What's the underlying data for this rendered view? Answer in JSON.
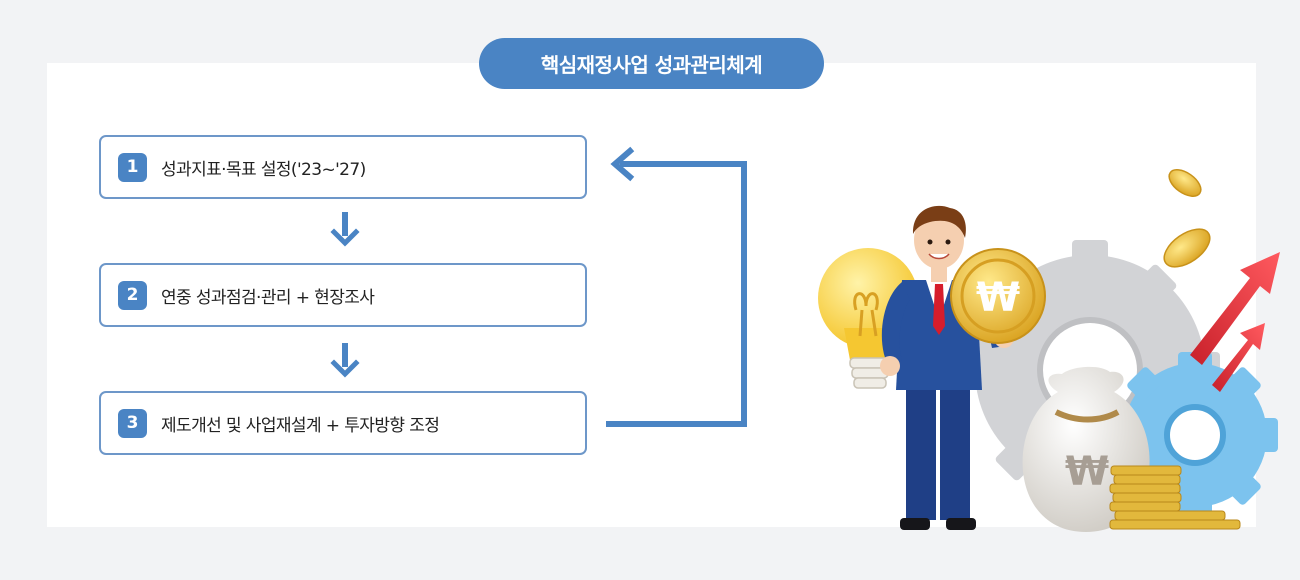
{
  "header": {
    "title": "핵심재정사업 성과관리체계"
  },
  "steps": [
    {
      "number": "1",
      "label": "성과지표·목표 설정('23~'27)"
    },
    {
      "number": "2",
      "label": "연중 성과점검·관리 + 현장조사"
    },
    {
      "number": "3",
      "label": "제도개선 및 사업재설계 + 투자방향 조정"
    }
  ],
  "illustration": {
    "coin_symbol": "₩",
    "bag_symbol": "₩"
  },
  "colors": {
    "accent": "#4a84c4",
    "step_border": "#6d97c9",
    "arrow": "#4a84c4",
    "background": "#f2f3f5",
    "panel": "#ffffff"
  }
}
